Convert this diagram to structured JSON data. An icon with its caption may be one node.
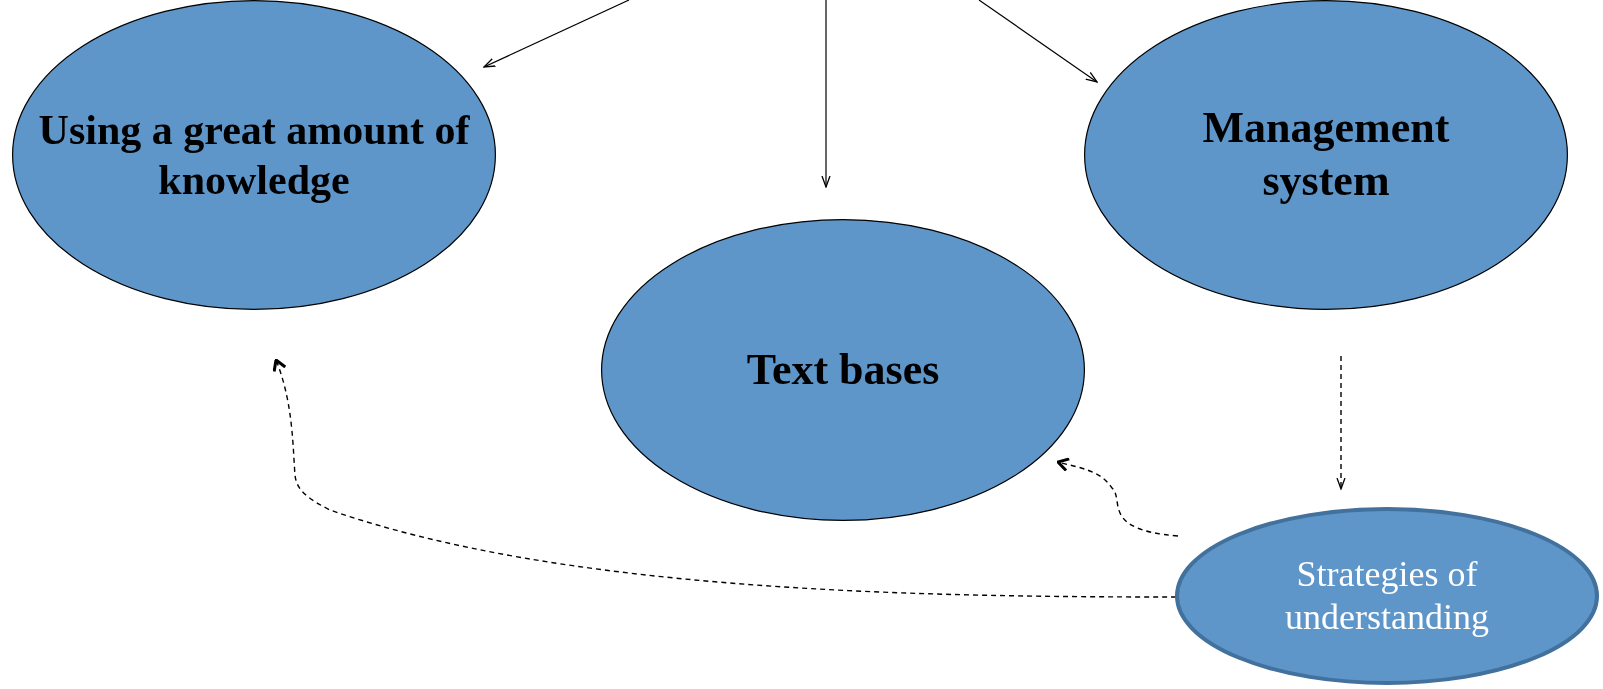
{
  "diagram": {
    "nodes": [
      {
        "text": [
          "Using a great amount of knowledge"
        ]
      },
      {
        "text": [
          "Text bases"
        ]
      },
      {
        "text": [
          "Management system"
        ]
      },
      {
        "text": [
          "Strategies of understanding"
        ]
      }
    ],
    "edges": [
      {
        "from": null,
        "to": 0,
        "arrow": "to"
      },
      {
        "from": null,
        "to": 1,
        "arrow": "to"
      },
      {
        "from": null,
        "to": 2,
        "arrow": "to"
      },
      {
        "from": 2,
        "to": 3,
        "arrow": "to",
        "style": "dashed"
      },
      {
        "from": 3,
        "to": 1,
        "arrow": "to",
        "style": "dashed"
      },
      {
        "from": 3,
        "to": 0,
        "arrow": "to",
        "style": "dashed"
      }
    ]
  }
}
